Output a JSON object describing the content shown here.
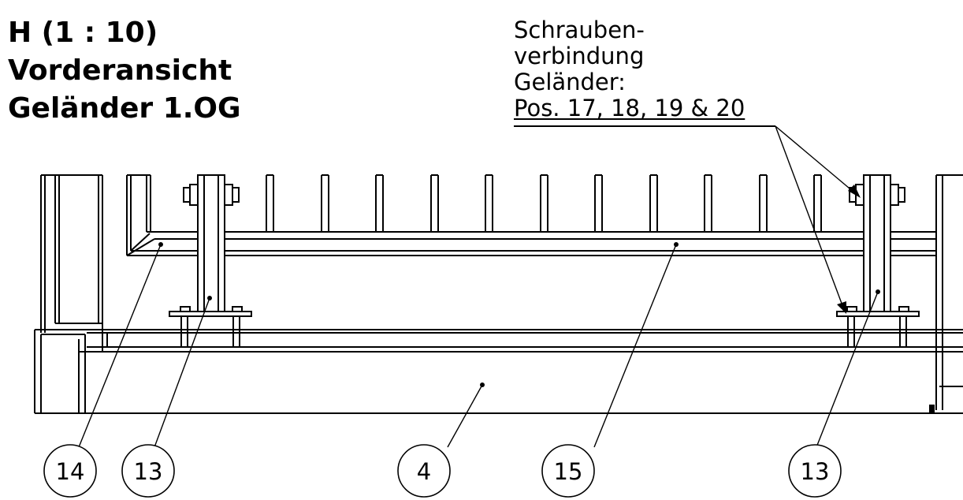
{
  "title": {
    "lines": [
      "H (1 : 10)",
      "Vorderansicht",
      "Geländer 1.OG"
    ]
  },
  "note": {
    "lines": [
      "Schrauben-",
      "verbindung",
      "Geländer:",
      "Pos. 17, 18, 19 & 20"
    ]
  },
  "balloons": [
    {
      "label": "14",
      "target": "handrail-bend"
    },
    {
      "label": "13",
      "target": "post-left"
    },
    {
      "label": "4",
      "target": "base-beam"
    },
    {
      "label": "15",
      "target": "handrail"
    },
    {
      "label": "13",
      "target": "post-right"
    }
  ],
  "colors": {
    "line": "#000000",
    "background": "#ffffff"
  }
}
